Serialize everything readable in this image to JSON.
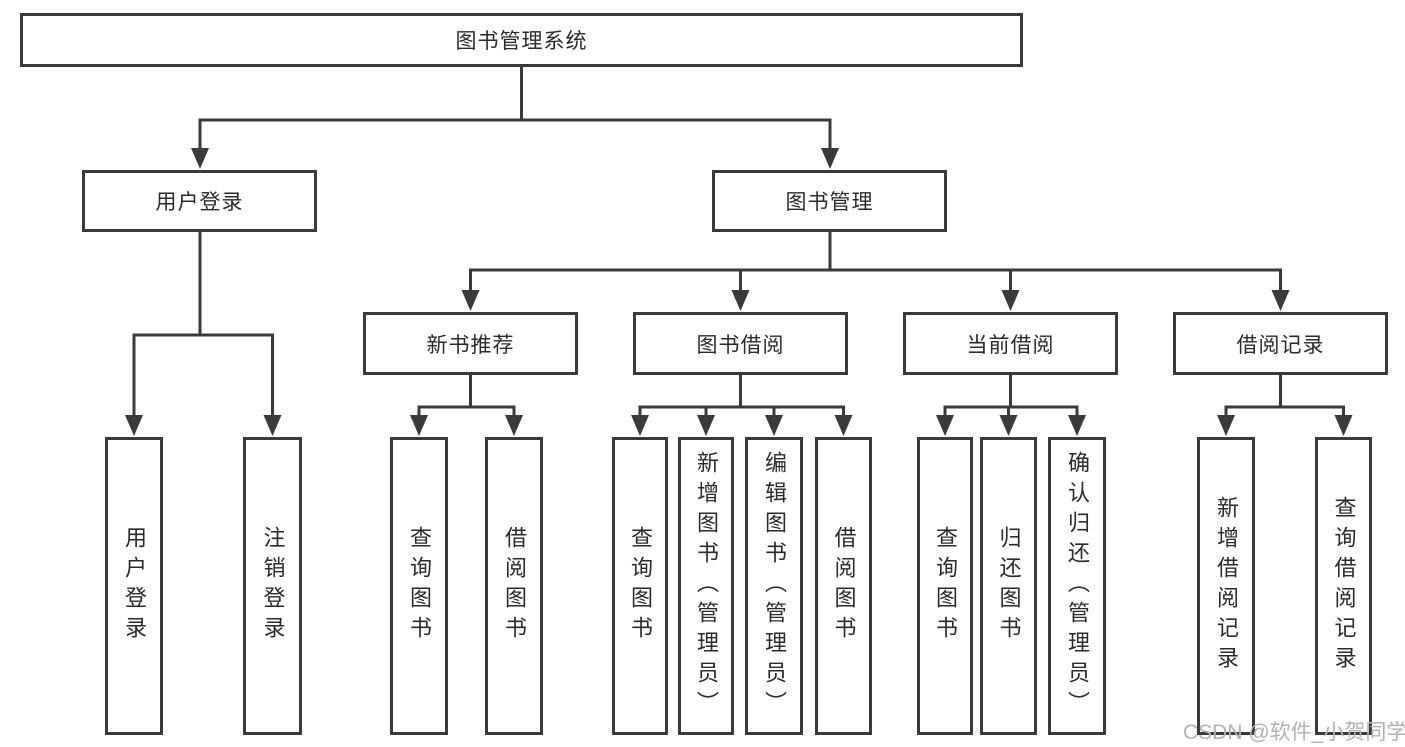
{
  "tree": {
    "root": "图书管理系统",
    "branches": [
      {
        "label": "用户登录",
        "children": [
          "用户登录",
          "注销登录"
        ]
      },
      {
        "label": "图书管理",
        "groups": [
          {
            "label": "新书推荐",
            "children": [
              "查询图书",
              "借阅图书"
            ]
          },
          {
            "label": "图书借阅",
            "children": [
              "查询图书",
              "新增图书（管理员）",
              "编辑图书（管理员）",
              "借阅图书"
            ]
          },
          {
            "label": "当前借阅",
            "children": [
              "查询图书",
              "归还图书",
              "确认归还（管理员）"
            ]
          },
          {
            "label": "借阅记录",
            "children": [
              "新增借阅记录",
              "查询借阅记录"
            ]
          }
        ]
      }
    ]
  },
  "watermark": "CSDN @软件_小贺同学",
  "colors": {
    "stroke": "#3a3a3a",
    "text": "#2b2b2b",
    "watermark": "#b2b2b2",
    "background": "#ffffff"
  }
}
